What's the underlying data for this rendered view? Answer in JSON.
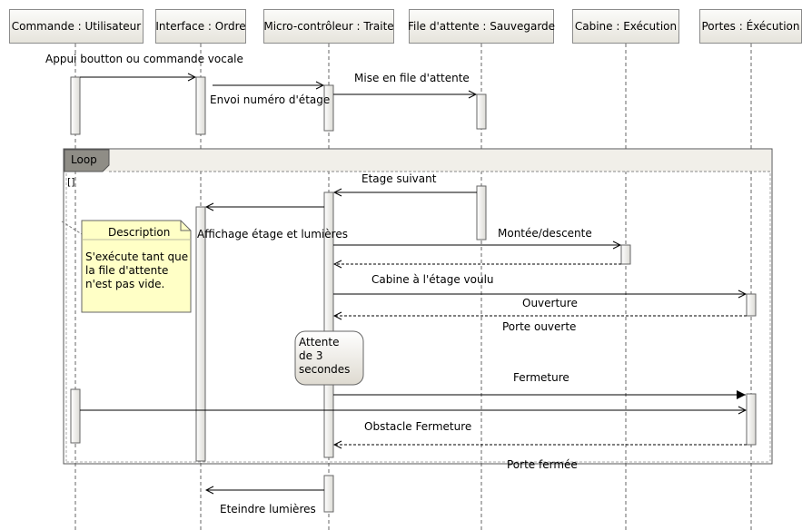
{
  "lifelines": [
    {
      "label": "Commande : Utilisateur"
    },
    {
      "label": "Interface : Ordre"
    },
    {
      "label": "Micro-contrôleur : Traite"
    },
    {
      "label": "File d'attente : Sauvegarde"
    },
    {
      "label": "Cabine : Exécution"
    },
    {
      "label": "Portes : Éxécution"
    }
  ],
  "messages": [
    {
      "label": "Appui boutton ou commande vocale"
    },
    {
      "label": "Mise en file d'attente"
    },
    {
      "label": "Envoi numéro d'étage"
    },
    {
      "label": "Etage suivant"
    },
    {
      "label": "Affichage étage et lumières"
    },
    {
      "label": "Montée/descente"
    },
    {
      "label": "Cabine à l'étage voulu"
    },
    {
      "label": "Ouverture"
    },
    {
      "label": "Porte ouverte"
    },
    {
      "label": "Fermeture"
    },
    {
      "label": "Obstacle Fermeture"
    },
    {
      "label": "Porte fermée"
    },
    {
      "label": "Eteindre lumières"
    }
  ],
  "fragment": {
    "operator": "Loop",
    "guard": "[]"
  },
  "note": {
    "title": "Description",
    "lines": [
      "S'exécute tant que",
      "la file d'attente",
      "n'est pas vide."
    ]
  },
  "action_box": {
    "lines": [
      "Attente",
      "de 3",
      "secondes"
    ]
  }
}
